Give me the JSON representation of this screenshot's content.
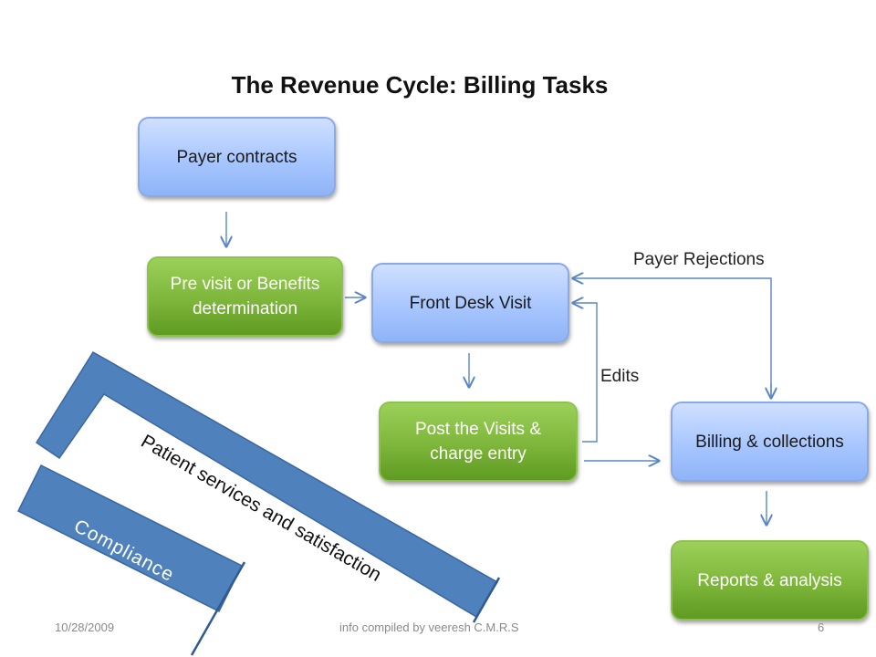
{
  "title": "The Revenue Cycle: Billing Tasks",
  "nodes": {
    "payer_contracts": "Payer contracts",
    "pre_visit": "Pre visit or Benefits determination",
    "front_desk": "Front Desk Visit",
    "post_visits": "Post the Visits & charge entry",
    "billing": "Billing & collections",
    "reports": "Reports & analysis"
  },
  "edge_labels": {
    "payer_rejections": "Payer Rejections",
    "edits": "Edits"
  },
  "bands": {
    "patient_services": "Patient services and satisfaction",
    "compliance": "Compliance"
  },
  "footer": {
    "date": "10/28/2009",
    "credit": "info compiled by veeresh C.M.R.S",
    "page": "6"
  },
  "colors": {
    "box_blue": "#a8c6ff",
    "box_green": "#7db63a",
    "band_blue": "#4f81bd",
    "arrow": "#5b86c4"
  }
}
